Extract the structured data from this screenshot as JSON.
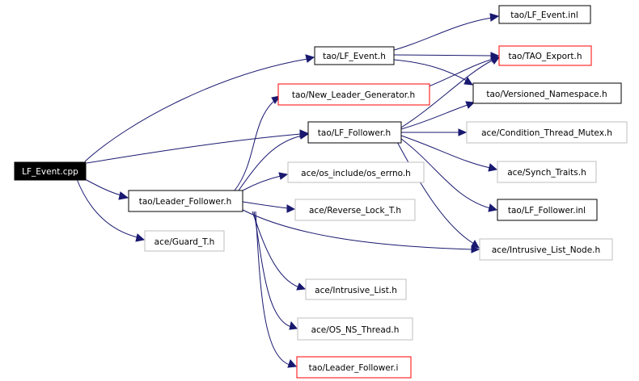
{
  "colors": {
    "edge": "#191970",
    "root_fill": "#000000",
    "root_text": "#ffffff",
    "documented_border": "#000000",
    "undocumented_border": "#bfbfbf",
    "missing_border": "#ff0000"
  },
  "nodes": {
    "lf_event_cpp": "LF_Event.cpp",
    "lf_event_h": "tao/LF_Event.h",
    "lf_event_inl": "tao/LF_Event.inl",
    "tao_export_h": "tao/TAO_Export.h",
    "new_leader_generator_h": "tao/New_Leader_Generator.h",
    "versioned_namespace_h": "tao/Versioned_Namespace.h",
    "lf_follower_h": "tao/LF_Follower.h",
    "condition_thread_mutex_h": "ace/Condition_Thread_Mutex.h",
    "os_errno_h": "ace/os_include/os_errno.h",
    "leader_follower_h": "tao/Leader_Follower.h",
    "synch_traits_h": "ace/Synch_Traits.h",
    "reverse_lock_t_h": "ace/Reverse_Lock_T.h",
    "lf_follower_inl": "tao/LF_Follower.inl",
    "guard_t_h": "ace/Guard_T.h",
    "intrusive_list_node_h": "ace/Intrusive_List_Node.h",
    "intrusive_list_h": "ace/Intrusive_List.h",
    "os_ns_thread_h": "ace/OS_NS_Thread.h",
    "leader_follower_i": "tao/Leader_Follower.i"
  }
}
